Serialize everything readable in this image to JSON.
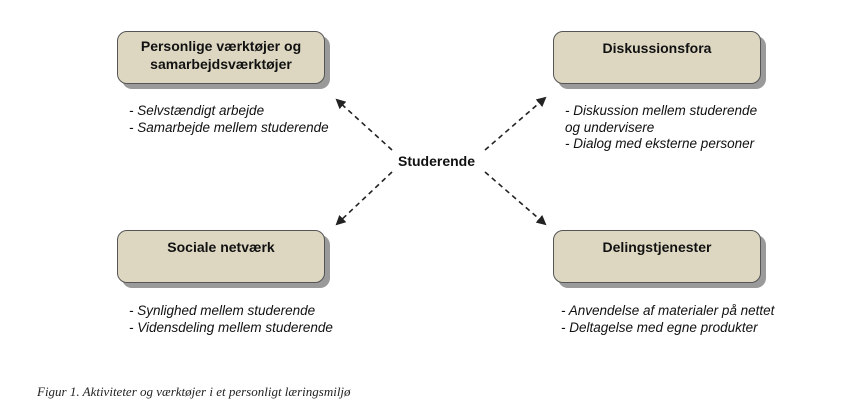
{
  "center_label": "Studerende",
  "nodes": {
    "top_left": {
      "title_line1": "Personlige værktøjer og",
      "title_line2": "samarbejdsværktøjer",
      "bullets": [
        "- Selvstændigt arbejde",
        "- Samarbejde mellem studerende"
      ]
    },
    "top_right": {
      "title": "Diskussionsfora",
      "bullets": [
        "- Diskussion mellem studerende",
        "og undervisere",
        "- Dialog med eksterne personer"
      ]
    },
    "bottom_left": {
      "title": "Sociale netværk",
      "bullets": [
        "- Synlighed mellem studerende",
        "- Vidensdeling mellem studerende"
      ]
    },
    "bottom_right": {
      "title": "Delingstjenester",
      "bullets": [
        "- Anvendelse af materialer på nettet",
        "- Deltagelse med egne produkter"
      ]
    }
  },
  "caption": "Figur 1. Aktiviteter og værktøjer i et personligt læringsmiljø",
  "colors": {
    "box_fill": "#ddd7c2",
    "box_border": "#555555",
    "box_shadow": "#9a9a9a",
    "arrow": "#222222"
  }
}
